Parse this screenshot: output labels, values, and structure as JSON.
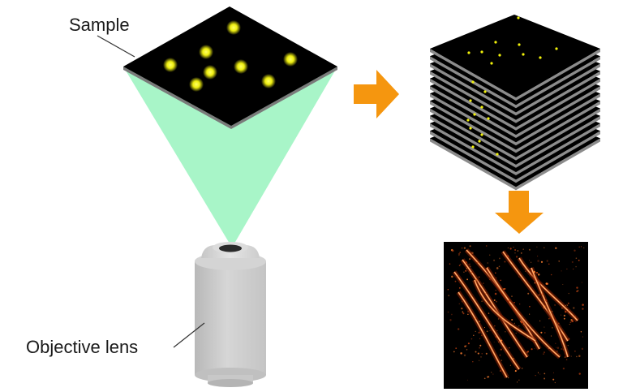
{
  "labels": {
    "sample": "Sample",
    "objective_lens": "Objective lens"
  },
  "colors": {
    "light_cone": "#a8f5c8",
    "sample_plate": "#000000",
    "fluorophore": "#f2f20a",
    "arrow": "#f5960f",
    "lens_body": "#cfcfcf",
    "layer_edge": "#8c8c8c"
  },
  "icons": {
    "flow_right": "arrow-right-icon",
    "flow_down": "arrow-down-icon"
  },
  "image_stack": {
    "layer_count": 13
  }
}
